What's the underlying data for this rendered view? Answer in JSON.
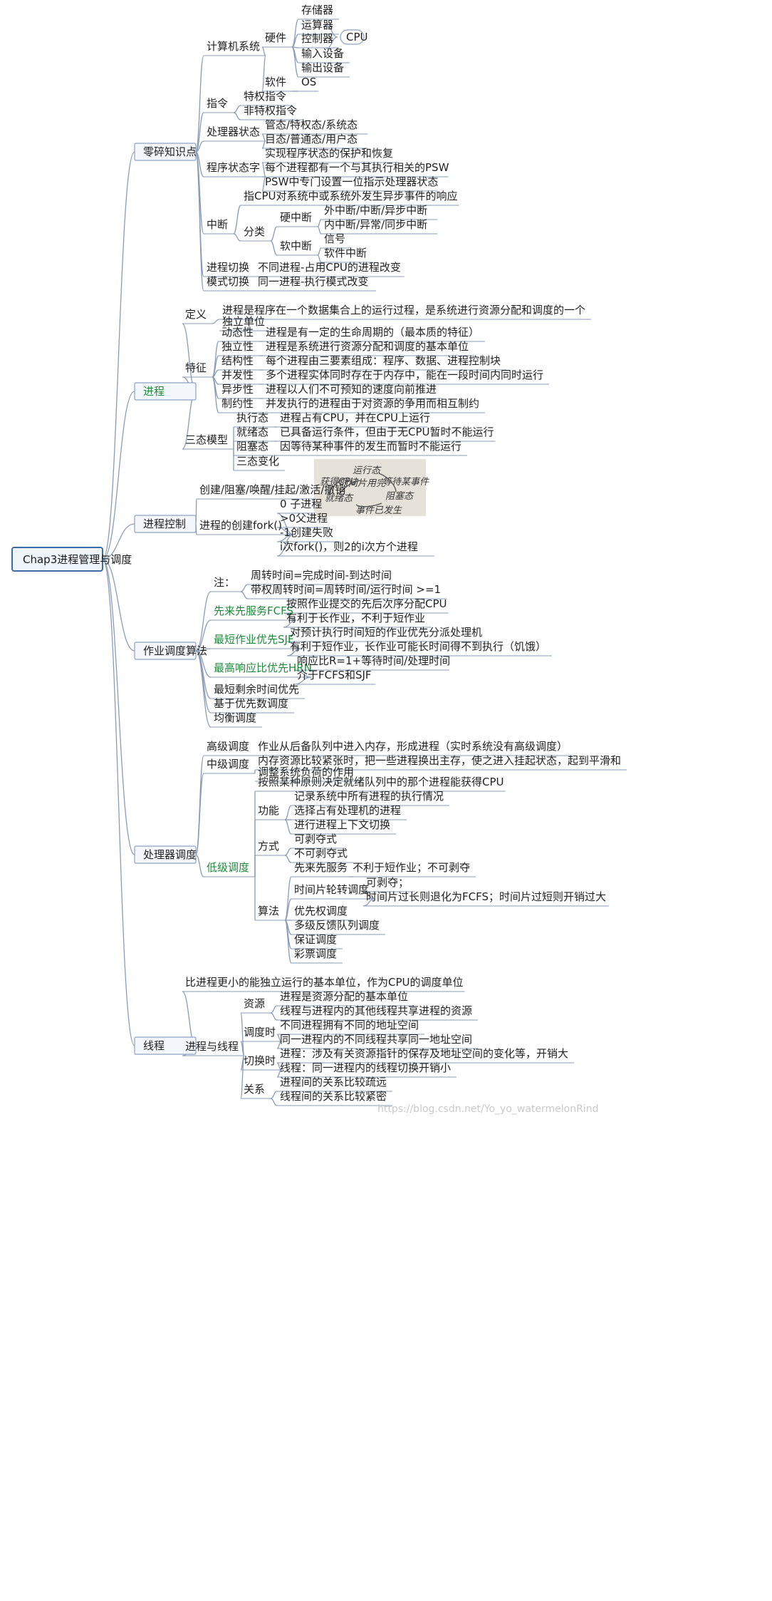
{
  "root": {
    "label": "Chap3进程管理与调度"
  },
  "watermark": "https://blog.csdn.net/Yo_yo_watermelonRind",
  "colors": {
    "accent_green": "#1e8a3a",
    "root_border": "#3e6da6",
    "edge": "#8a9cb5"
  },
  "branches": [
    {
      "label": "零碎知识点",
      "children": [
        {
          "label": "计算机系统",
          "children": [
            {
              "label": "硬件",
              "children": [
                {
                  "label": "存储器"
                },
                {
                  "label": "运算器"
                },
                {
                  "label": "控制器"
                },
                {
                  "label": "输入设备"
                },
                {
                  "label": "输出设备"
                }
              ],
              "callout": "CPU"
            },
            {
              "label": "软件",
              "children": [
                {
                  "label": "OS"
                }
              ]
            }
          ]
        },
        {
          "label": "指令",
          "children": [
            {
              "label": "特权指令"
            },
            {
              "label": "非特权指令"
            }
          ]
        },
        {
          "label": "处理器状态",
          "children": [
            {
              "label": "管态/特权态/系统态"
            },
            {
              "label": "目态/普通态/用户态"
            }
          ]
        },
        {
          "label": "程序状态字",
          "children": [
            {
              "label": "实现程序状态的保护和恢复"
            },
            {
              "label": "每个进程都有一个与其执行相关的PSW"
            },
            {
              "label": "PSW中专门设置一位指示处理器状态"
            }
          ]
        },
        {
          "label": "中断",
          "children": [
            {
              "label": "指CPU对系统中或系统外发生异步事件的响应"
            },
            {
              "label": "分类",
              "children": [
                {
                  "label": "硬中断",
                  "children": [
                    {
                      "label": "外中断/中断/异步中断"
                    },
                    {
                      "label": "内中断/异常/同步中断"
                    }
                  ]
                },
                {
                  "label": "软中断",
                  "children": [
                    {
                      "label": "信号"
                    },
                    {
                      "label": "软件中断"
                    }
                  ]
                }
              ]
            }
          ]
        },
        {
          "label": "进程切换",
          "children": [
            {
              "label": "不同进程-占用CPU的进程改变"
            }
          ]
        },
        {
          "label": "模式切换",
          "children": [
            {
              "label": "同一进程-执行模式改变"
            }
          ]
        }
      ]
    },
    {
      "label": "进程",
      "children": [
        {
          "label": "定义",
          "children": [
            {
              "label": "进程是程序在一个数据集合上的运行过程，是系统进行资源分配和调度的一个",
              "label2": "独立单位"
            }
          ]
        },
        {
          "label": "特征",
          "children": [
            {
              "label": "动态性",
              "children": [
                {
                  "label": "进程是有一定的生命周期的（最本质的特征）"
                }
              ]
            },
            {
              "label": "独立性",
              "children": [
                {
                  "label": "进程是系统进行资源分配和调度的基本单位"
                }
              ]
            },
            {
              "label": "结构性",
              "children": [
                {
                  "label": "每个进程由三要素组成：程序、数据、进程控制块"
                }
              ]
            },
            {
              "label": "并发性",
              "children": [
                {
                  "label": "多个进程实体同时存在于内存中，能在一段时间内同时运行"
                }
              ]
            },
            {
              "label": "异步性",
              "children": [
                {
                  "label": "进程以人们不可预知的速度向前推进"
                }
              ]
            },
            {
              "label": "制约性",
              "children": [
                {
                  "label": "并发执行的进程由于对资源的争用而相互制约"
                }
              ]
            }
          ]
        },
        {
          "label": "三态模型",
          "children": [
            {
              "label": "执行态",
              "children": [
                {
                  "label": "进程占有CPU，并在CPU上运行"
                }
              ]
            },
            {
              "label": "就绪态",
              "children": [
                {
                  "label": "已具备运行条件，但由于无CPU暂时不能运行"
                }
              ]
            },
            {
              "label": "阻塞态",
              "children": [
                {
                  "label": "因等待某种事件的发生而暂时不能运行"
                }
              ]
            },
            {
              "label": "三态变化",
              "image": {
                "states": [
                  "运行态",
                  "就绪态",
                  "阻塞态"
                ],
                "labels": [
                  "获得CPU",
                  "等待某事件",
                  "时间片用完",
                  "事件已发生"
                ]
              }
            }
          ]
        }
      ]
    },
    {
      "label": "进程控制",
      "children": [
        {
          "label": "创建/阻塞/唤醒/挂起/激活/撤销"
        },
        {
          "label": "进程的创建fork()",
          "children": [
            {
              "label": "0  子进程"
            },
            {
              "label": ">0父进程"
            },
            {
              "label": "-1创建失败"
            },
            {
              "label": "i次fork()，则2的i次方个进程"
            }
          ]
        }
      ]
    },
    {
      "label": "作业调度算法",
      "children": [
        {
          "label": "注：",
          "children": [
            {
              "label": "周转时间=完成时间-到达时间"
            },
            {
              "label": "带权周转时间=周转时间/运行时间  >=1"
            }
          ]
        },
        {
          "label": "先来先服务FCFS",
          "green": true,
          "children": [
            {
              "label": "按照作业提交的先后次序分配CPU"
            },
            {
              "label": "有利于长作业，不利于短作业"
            }
          ]
        },
        {
          "label": "最短作业优先SJF",
          "green": true,
          "children": [
            {
              "label": "对预计执行时间短的作业优先分派处理机"
            },
            {
              "label": "有利于短作业，长作业可能长时间得不到执行（饥饿）"
            }
          ]
        },
        {
          "label": "最高响应比优先HRN",
          "green": true,
          "children": [
            {
              "label": "响应比R=1+等待时间/处理时间"
            },
            {
              "label": "介于FCFS和SJF"
            }
          ]
        },
        {
          "label": "最短剩余时间优先"
        },
        {
          "label": "基于优先数调度"
        },
        {
          "label": "均衡调度"
        }
      ]
    },
    {
      "label": "处理器调度",
      "children": [
        {
          "label": "高级调度",
          "children": [
            {
              "label": "作业从后备队列中进入内存，形成进程（实时系统没有高级调度）"
            }
          ]
        },
        {
          "label": "中级调度",
          "children": [
            {
              "label": "内存资源比较紧张时，把一些进程换出主存，使之进入挂起状态，起到平滑和",
              "label2": "调整系统负荷的作用"
            }
          ]
        },
        {
          "label": "低级调度",
          "green": true,
          "children": [
            {
              "label": "按照某种原则决定就绪队列中的那个进程能获得CPU"
            },
            {
              "label": "功能",
              "children": [
                {
                  "label": "记录系统中所有进程的执行情况"
                },
                {
                  "label": "选择占有处理机的进程"
                },
                {
                  "label": "进行进程上下文切换"
                }
              ]
            },
            {
              "label": "方式",
              "children": [
                {
                  "label": "可剥夺式"
                },
                {
                  "label": "不可剥夺式"
                }
              ]
            },
            {
              "label": "算法",
              "children": [
                {
                  "label": "先来先服务",
                  "children": [
                    {
                      "label": "不利于短作业；不可剥夺"
                    }
                  ]
                },
                {
                  "label": "时间片轮转调度",
                  "children": [
                    {
                      "label": "可剥夺；"
                    },
                    {
                      "label": "时间片过长则退化为FCFS；时间片过短则开销过大"
                    }
                  ]
                },
                {
                  "label": "优先权调度"
                },
                {
                  "label": "多级反馈队列调度"
                },
                {
                  "label": "保证调度"
                },
                {
                  "label": "彩票调度"
                }
              ]
            }
          ]
        }
      ]
    },
    {
      "label": "线程",
      "children": [
        {
          "label": "比进程更小的能独立运行的基本单位，作为CPU的调度单位"
        },
        {
          "label": "进程与线程",
          "children": [
            {
              "label": "资源",
              "children": [
                {
                  "label": "进程是资源分配的基本单位"
                },
                {
                  "label": "线程与进程内的其他线程共享进程的资源"
                }
              ]
            },
            {
              "label": "调度时",
              "children": [
                {
                  "label": "不同进程拥有不同的地址空间"
                },
                {
                  "label": "同一进程内的不同线程共享同一地址空间"
                }
              ]
            },
            {
              "label": "切换时",
              "children": [
                {
                  "label": "进程：涉及有关资源指针的保存及地址空间的变化等，开销大"
                },
                {
                  "label": "线程：同一进程内的线程切换开销小"
                }
              ]
            },
            {
              "label": "关系",
              "children": [
                {
                  "label": "进程间的关系比较疏远"
                },
                {
                  "label": "线程间的关系比较紧密"
                }
              ]
            }
          ]
        }
      ]
    }
  ]
}
